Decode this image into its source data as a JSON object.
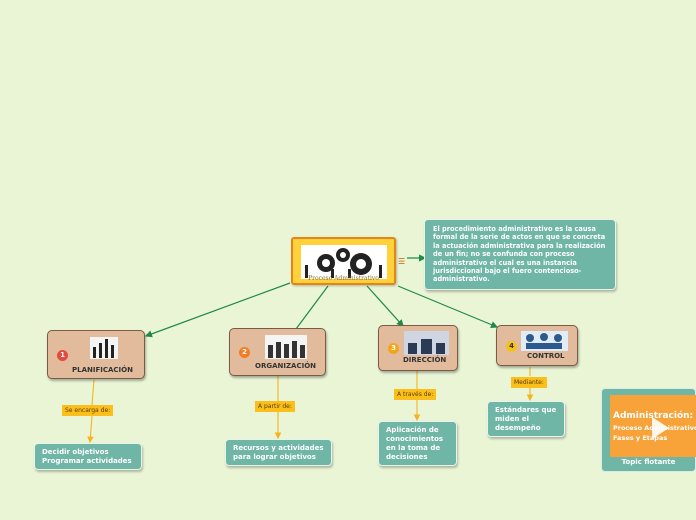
{
  "central": {
    "caption": "Proceso Administrativo"
  },
  "description": "El procedimiento administrativo es la causa formal de la serie de actos en que se concreta la actuación administrativa para la realización de un fin; no se confunda con proceso administrativo el cual es una instancia jurisdiccional bajo el fuero contencioso-administrativo.",
  "topics": [
    {
      "number": "1",
      "label": "PLANIFICACIÓN",
      "connector": "Se encarga de:",
      "detail_lines": [
        "Decidir objetivos",
        "Programar actividades"
      ],
      "badge_color": "#e34b3e"
    },
    {
      "number": "2",
      "label": "ORGANIZACIÓN",
      "connector": "A partir de:",
      "detail_lines": [
        "Recursos y actividades",
        "para lograr objetivos"
      ],
      "badge_color": "#f07d2a"
    },
    {
      "number": "3",
      "label": "DIRECCIÓN",
      "connector": "A través de:",
      "detail_lines": [
        "Aplicación de",
        "conocimientos",
        "en la toma de",
        "decisiones"
      ],
      "badge_color": "#f2a51a"
    },
    {
      "number": "4",
      "label": "CONTROL",
      "connector": "Mediante:",
      "detail_lines": [
        "Estándares que",
        "miden el",
        "desempeño"
      ],
      "badge_color": "#f5c21b"
    }
  ],
  "floating": {
    "thumb_title": "Administración:",
    "thumb_line1": "Proceso Administrativo",
    "thumb_line2": "Fases y Etapas",
    "label": "Topic flotante"
  },
  "colors": {
    "background": "#e9f5d5",
    "branch_line": "#1f8a4a",
    "connector_line": "#f5b321",
    "topic_fill": "#e1bb9b",
    "info_fill": "#6fb6a7",
    "tag_fill": "#fbbf1c"
  }
}
